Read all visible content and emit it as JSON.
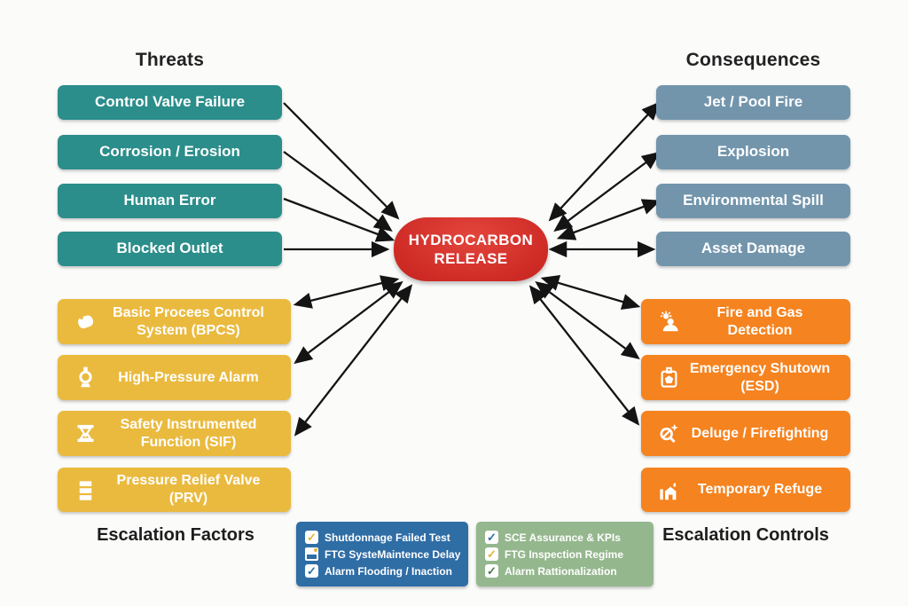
{
  "center_event": {
    "line1": "HYDROCARBON",
    "line2": "RELEASE",
    "color": "#d02c27"
  },
  "threats": {
    "title": "Threats",
    "box_color": "#2b8e8b",
    "items": [
      "Control Valve Failure",
      "Corrosion / Erosion",
      "Human Error",
      "Blocked Outlet"
    ]
  },
  "consequences": {
    "title": "Consequences",
    "box_color": "#7295ac",
    "items": [
      "Jet / Pool Fire",
      "Explosion",
      "Environmental Spill",
      "Asset Damage"
    ]
  },
  "barriers": {
    "footer_label": "Escalation Factors",
    "box_color": "#eaba3f",
    "items": [
      {
        "icon": "process-controller-icon",
        "label": "Basic Procees Control System (BPCS)"
      },
      {
        "icon": "pressure-alarm-icon",
        "label": "High-Pressure Alarm"
      },
      {
        "icon": "instrumented-function-icon",
        "label": "Safety Instrumented Function (SIF)"
      },
      {
        "icon": "relief-valve-icon",
        "label": "Pressure Relief Valve (PRV)"
      }
    ]
  },
  "controls": {
    "footer_label": "Escalation Controls",
    "box_color": "#f5831f",
    "items": [
      {
        "icon": "fire-gas-detector-icon",
        "label": "Fire and Gas Detection"
      },
      {
        "icon": "emergency-shutdown-icon",
        "label": "Emergency Shutown (ESD)"
      },
      {
        "icon": "firefighting-icon",
        "label": "Deluge / Firefighting"
      },
      {
        "icon": "temporary-refuge-icon",
        "label": "Temporary Refuge"
      }
    ]
  },
  "legend_blue": {
    "box_color": "#2f6da5",
    "items": [
      {
        "icon": "check-icon",
        "check_color": "#e4b33c",
        "label": "Shutdonnage Failed Test"
      },
      {
        "icon": "document-icon",
        "check_color": "#ffffff",
        "label": "FTG SysteMaintence Delay"
      },
      {
        "icon": "check-icon",
        "check_color": "#2e6da4",
        "label": "Alarm Flooding / Inaction"
      }
    ]
  },
  "legend_green": {
    "box_color": "#95b78e",
    "items": [
      {
        "icon": "check-icon",
        "check_color": "#2e6da4",
        "label": "SCE Assurance & KPIs"
      },
      {
        "icon": "check-icon",
        "check_color": "#e4b33c",
        "label": "FTG Inspection Regime"
      },
      {
        "icon": "check-icon",
        "check_color": "#4d7a4a",
        "label": "Alarm Rattionalization"
      }
    ]
  }
}
